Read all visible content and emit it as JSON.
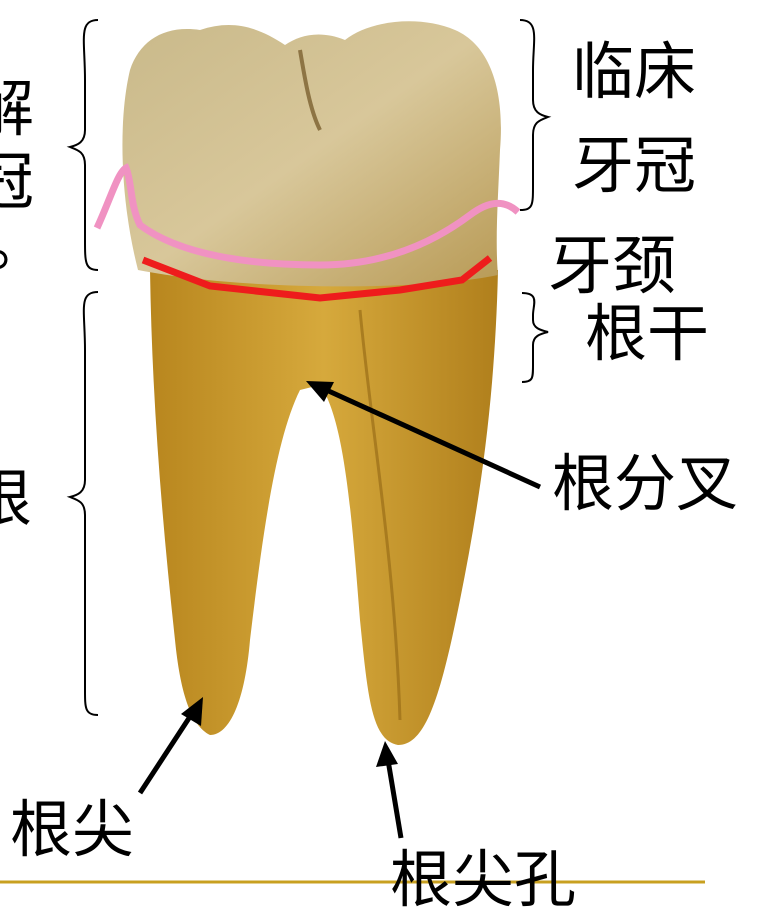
{
  "labels": {
    "clinical_crown_line1": "临床",
    "clinical_crown_line2": "牙冠",
    "neck": "牙颈",
    "root_trunk": "根干",
    "bifurcation": "根分叉",
    "apex": "根尖",
    "apical_foramen": "根尖孔",
    "left_partial_top": "解",
    "left_partial_mid": "冠",
    "left_partial_end": "。",
    "left_partial_root": "根"
  },
  "colors": {
    "crown": "#d4c08a",
    "root": "#c99a2e",
    "anatomical_line": "#ee2222",
    "clinical_line": "#f090c0",
    "bottom_rule": "#c8a020",
    "arrow": "#000000"
  },
  "icons": [
    "tooth-image",
    "arrow"
  ]
}
